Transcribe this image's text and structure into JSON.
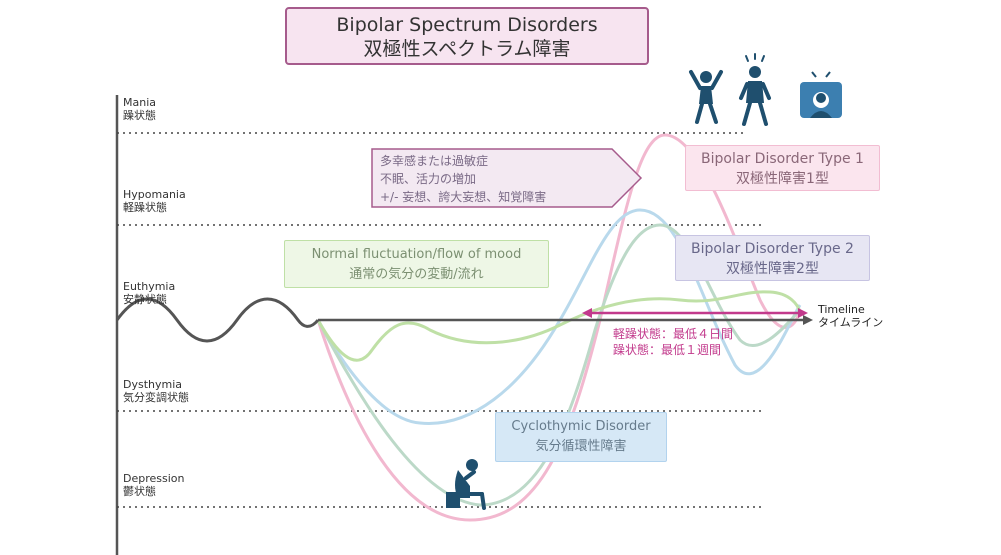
{
  "title": {
    "line1": "Bipolar Spectrum Disorders",
    "line2": "双極性スペクトラム障害"
  },
  "levels": [
    {
      "en": "Mania",
      "ja": "躁状態"
    },
    {
      "en": "Hypomania",
      "ja": "軽躁状態"
    },
    {
      "en": "Euthymia",
      "ja": "安静状態"
    },
    {
      "en": "Dysthymia",
      "ja": "気分変調状態"
    },
    {
      "en": "Depression",
      "ja": "鬱状態"
    }
  ],
  "timeline": {
    "en": "Timeline",
    "ja": "タイムライン"
  },
  "symptoms": {
    "line1": "多幸感または過敏症",
    "line2": "不眠、活力の増加",
    "line3": "+/- 妄想、誇大妄想、知覚障害"
  },
  "duration": {
    "line1": "軽躁状態：最低４日間",
    "line2": "躁状態：最低１週間"
  },
  "disorders": {
    "type1": {
      "en": "Bipolar Disorder Type 1",
      "ja": "双極性障害1型"
    },
    "type2": {
      "en": "Bipolar Disorder Type 2",
      "ja": "双極性障害2型"
    },
    "normal": {
      "en": "Normal fluctuation/flow of mood",
      "ja": "通常の気分の変動/流れ"
    },
    "cyclothymic": {
      "en": "Cyclothymic Disorder",
      "ja": "気分循環性障害"
    }
  },
  "colors": {
    "baseline": "#555555",
    "type1_curve": "#f2b8cf",
    "type2_curve": "#b9d9ec",
    "normal_curve": "#bfe0a6",
    "accent": "#c23a8c",
    "icon": "#1f4f6e",
    "title_border": "#a65b8c",
    "title_fill": "#f7e4f0"
  },
  "icons": [
    "jumping-person-icon",
    "excited-person-icon",
    "stressed-person-icon",
    "depressed-person-icon"
  ]
}
